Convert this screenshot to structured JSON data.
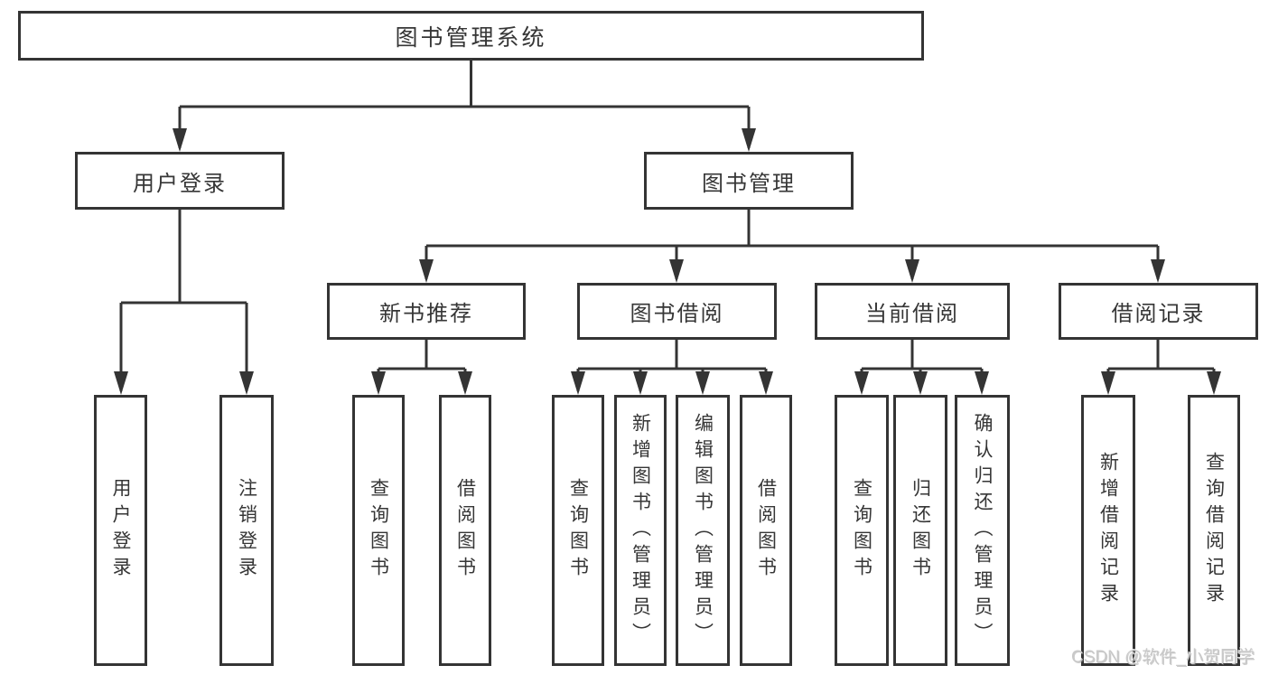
{
  "colors": {
    "line": "#343434",
    "box_border": "#343434",
    "box_background": "#ffffff",
    "text": "#363636",
    "watermark_text": "#c9c9c9",
    "page_background": "#ffffff"
  },
  "nodes": {
    "root": {
      "label": "图书管理系统"
    },
    "branches": [
      {
        "label": "用户登录"
      },
      {
        "label": "图书管理"
      }
    ],
    "sections": [
      {
        "label": "新书推荐"
      },
      {
        "label": "图书借阅"
      },
      {
        "label": "当前借阅"
      },
      {
        "label": "借阅记录"
      }
    ],
    "leaves": [
      {
        "label": "用户登录"
      },
      {
        "label": "注销登录"
      },
      {
        "label": "查询图书"
      },
      {
        "label": "借阅图书"
      },
      {
        "label": "查询图书"
      },
      {
        "label": "新增图书（管理员）"
      },
      {
        "label": "编辑图书（管理员）"
      },
      {
        "label": "借阅图书"
      },
      {
        "label": "查询图书"
      },
      {
        "label": "归还图书"
      },
      {
        "label": "确认归还（管理员）"
      },
      {
        "label": "新增借阅记录"
      },
      {
        "label": "查询借阅记录"
      }
    ]
  },
  "hierarchy": {
    "图书管理系统": {
      "用户登录": [
        "用户登录",
        "注销登录"
      ],
      "图书管理": {
        "新书推荐": [
          "查询图书",
          "借阅图书"
        ],
        "图书借阅": [
          "查询图书",
          "新增图书（管理员）",
          "编辑图书（管理员）",
          "借阅图书"
        ],
        "当前借阅": [
          "查询图书",
          "归还图书",
          "确认归还（管理员）"
        ],
        "借阅记录": [
          "新增借阅记录",
          "查询借阅记录"
        ]
      }
    }
  },
  "watermark": {
    "text": "CSDN @软件_小贺同学"
  }
}
